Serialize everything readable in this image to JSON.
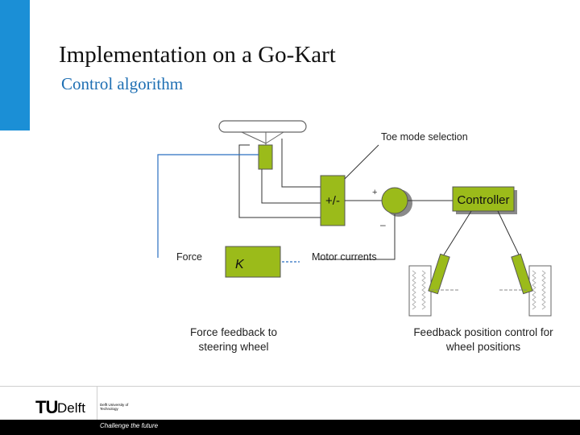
{
  "slide": {
    "title": "Implementation on a Go-Kart",
    "subtitle": "Control algorithm",
    "accent_color": "#1b8fd6"
  },
  "diagram": {
    "toe_mode_label": "Toe mode selection",
    "sum_block_label": "+/-",
    "plus_sign": "+",
    "minus_sign": "–",
    "controller_label": "Controller",
    "force_label": "Force",
    "gain_label": "K",
    "motor_currents_label": "Motor currents",
    "block_color": "#9bbb1a",
    "caption_left": "Force feedback to steering wheel",
    "caption_right": "Feedback position control for wheel positions"
  },
  "footer": {
    "logo_tu": "TU",
    "logo_delft": "Delft",
    "university_text": "Delft University of Technology",
    "slogan": "Challenge the future"
  }
}
